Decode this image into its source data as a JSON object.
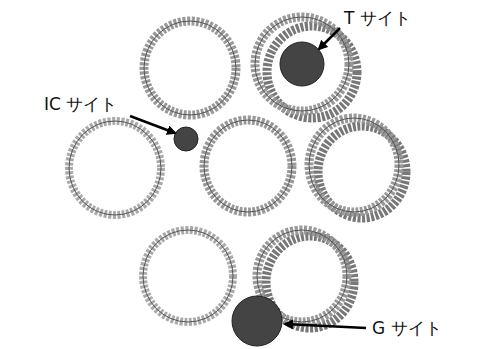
{
  "diagram": {
    "labels": [
      "T サイト",
      "IC サイト",
      "G サイト"
    ]
  }
}
